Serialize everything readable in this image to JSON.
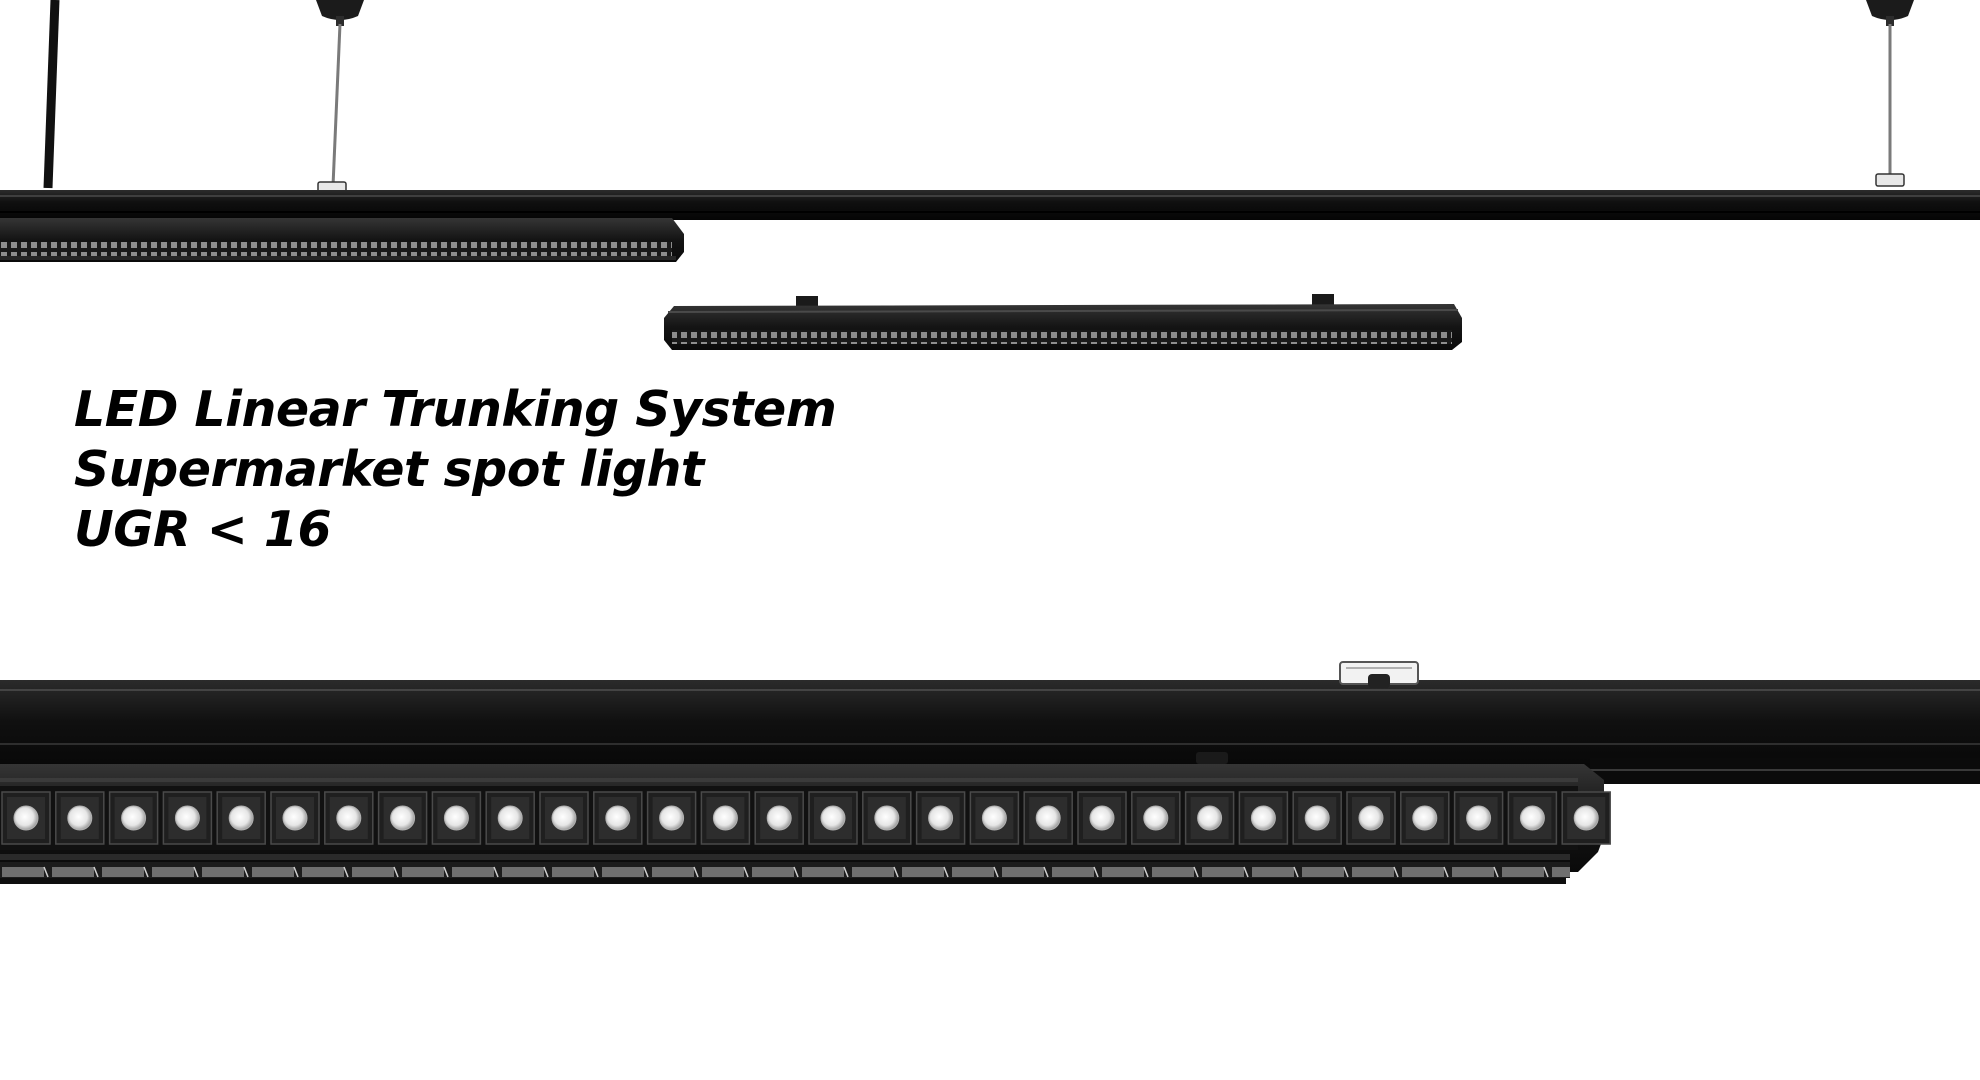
{
  "headline": {
    "line1": "LED Linear Trunking System",
    "line2": "Supermarket spot light",
    "line3": "UGR < 16"
  },
  "colors": {
    "background": "#ffffff",
    "fixture_body": "#0d0d0d",
    "fixture_highlight": "#2a2a2a",
    "lens_glow": "#f4f4f4",
    "louver_grey": "#9a9a9a",
    "text": "#000000"
  },
  "fixtures": {
    "large_spotlight_lens_count": 30
  }
}
